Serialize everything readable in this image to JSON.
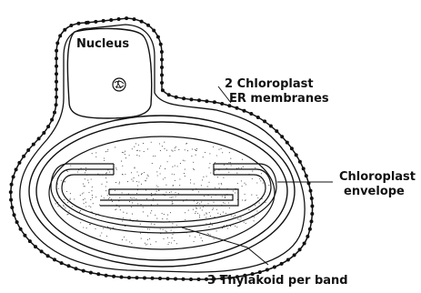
{
  "labels": {
    "nucleus": "Nucleus",
    "er_line1": "2 Chloroplast",
    "er_line2": "ER membranes",
    "env_line1": "Chloroplast",
    "env_line2": "envelope",
    "thylakoid": "3 Thylakoid per band"
  },
  "colors": {
    "stroke": "#111111",
    "background": "#ffffff"
  }
}
